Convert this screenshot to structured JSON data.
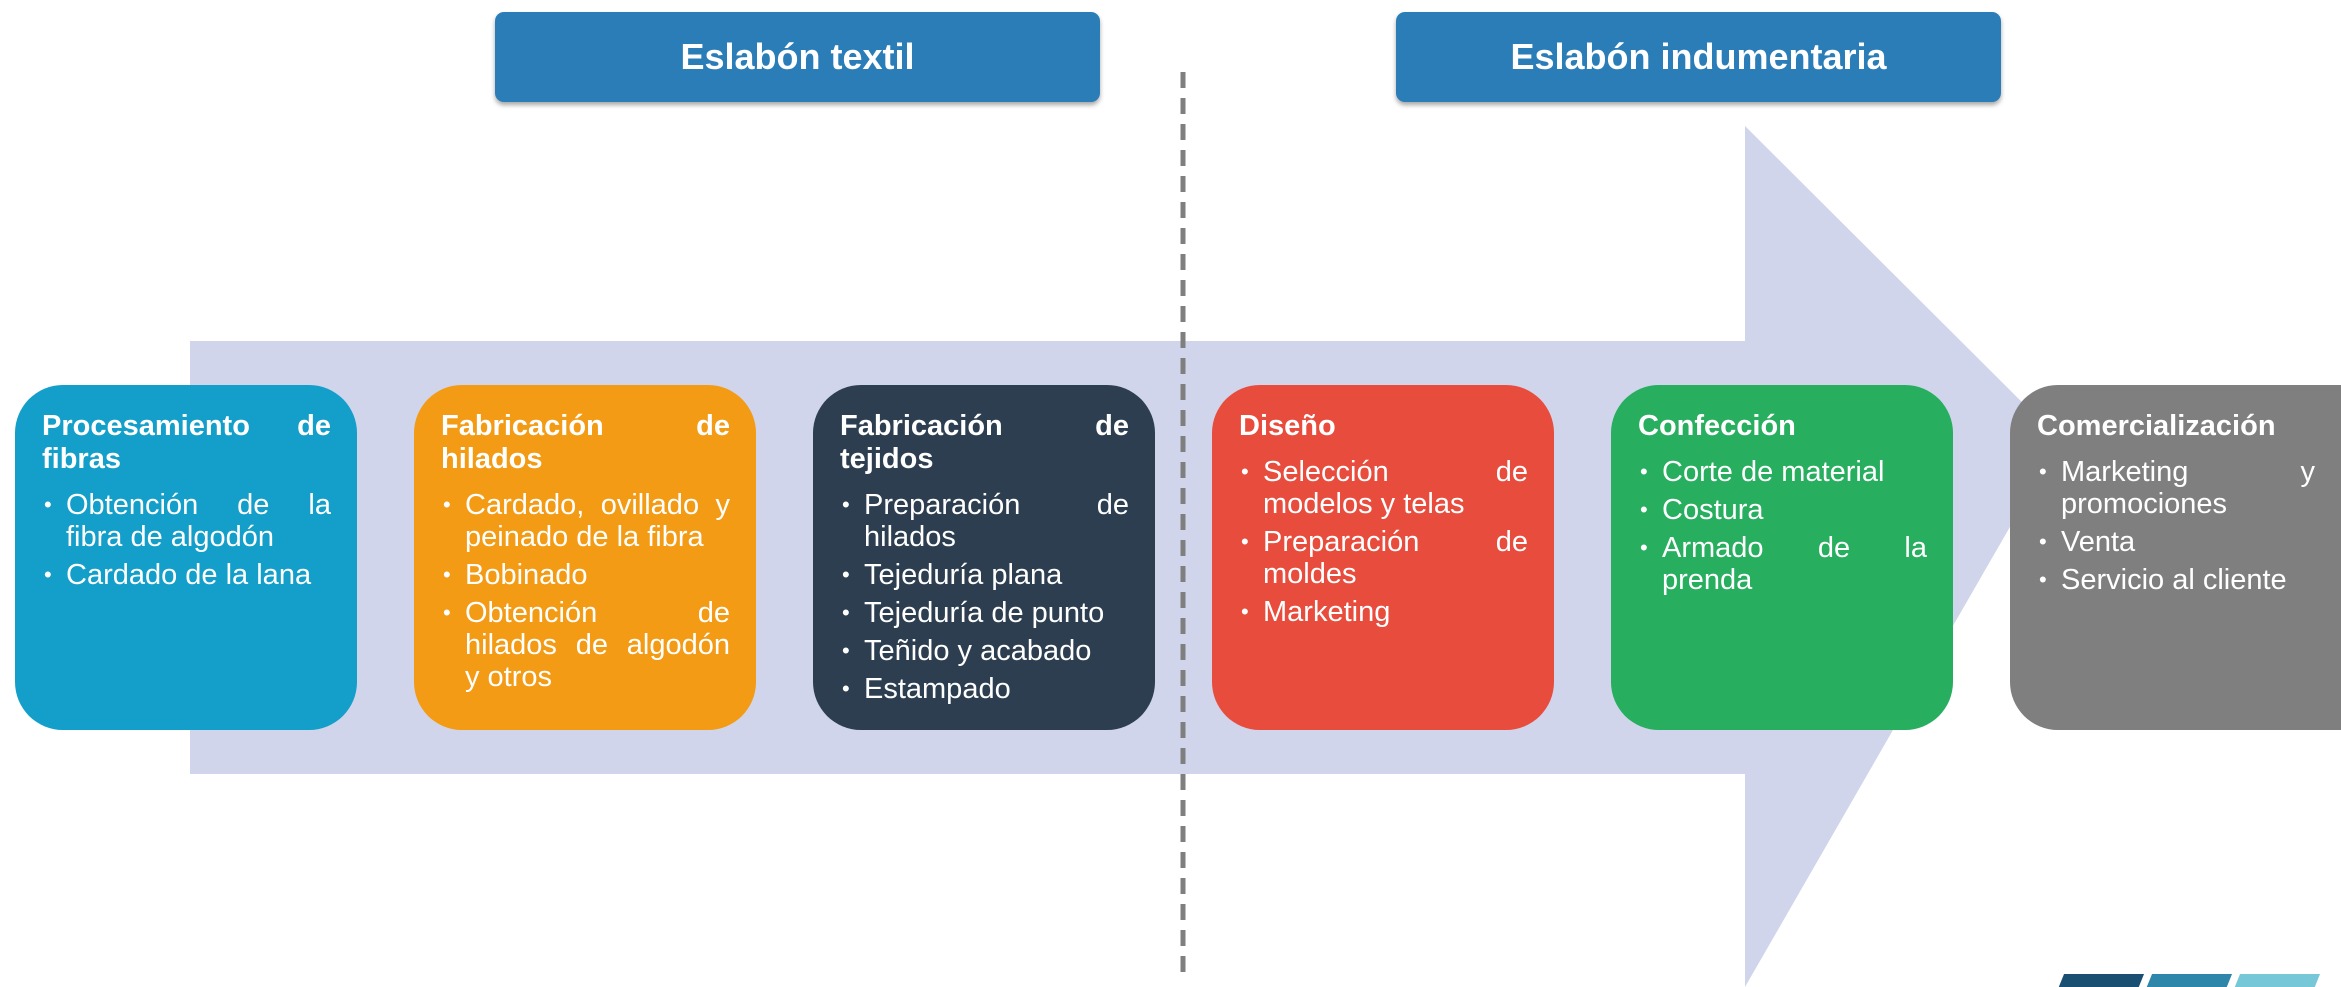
{
  "headers": {
    "left": "Eslabón textil",
    "right": "Eslabón indumentaria"
  },
  "colors": {
    "header": "#2B7DB8",
    "arrow": "#D0D5EB",
    "divider": "#7F7F7F"
  },
  "stages": [
    {
      "title": "Procesamiento de fibras",
      "color": "#139FC9",
      "items": [
        "Obtención de la fibra de algodón",
        "Cardado de la lana"
      ]
    },
    {
      "title": "Fabricación de hilados",
      "color": "#F39B14",
      "items": [
        "Cardado, ovillado y peinado de la fibra",
        "Bobinado",
        "Obtención de hilados de algodón y otros"
      ]
    },
    {
      "title": "Fabricación de tejidos",
      "color": "#2C3E50",
      "items": [
        "Preparación de hilados",
        "Tejeduría plana",
        "Tejeduría de punto",
        "Teñido y acabado",
        "Estampado"
      ]
    },
    {
      "title": "Diseño",
      "color": "#E84C3D",
      "items": [
        "Selección de modelos y telas",
        "Preparación de moldes",
        "Marketing"
      ]
    },
    {
      "title": "Confección",
      "color": "#27AE5F",
      "items": [
        "Corte de material",
        "Costura",
        "Armado de la prenda"
      ]
    },
    {
      "title": "Comercialización",
      "color": "#7F7F7F",
      "items": [
        "Marketing y promociones",
        "Venta",
        "Servicio al cliente"
      ]
    }
  ],
  "bullet": "•"
}
